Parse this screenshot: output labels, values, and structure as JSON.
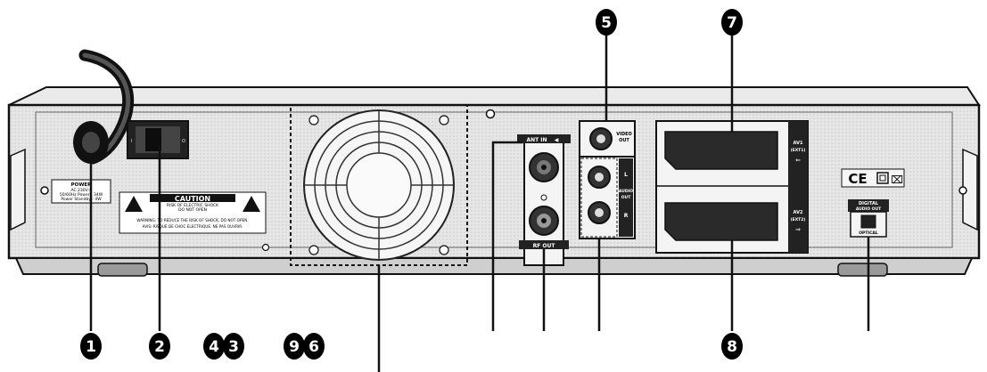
{
  "panel_labels": {
    "power": [
      "POWER",
      "AC 230V~",
      "50/60Hz Power : 34W",
      "Power Standby : 4W"
    ],
    "caution": {
      "title": "CAUTION",
      "lines": [
        "RISK OF ELECTRIC SHOCK",
        "DO NOT OPEN"
      ],
      "warning_lines": [
        "WARNING: TO REDUCE THE RISK OF SHOCK, DO NOT OPEN.",
        "AVIS: RISQUE DE CHOC ELECTRIQUE. NE PAS OUVRIR."
      ]
    },
    "ant_in": "ANT IN",
    "rf_out": "RF OUT",
    "video_out": [
      "VIDEO",
      "OUT"
    ],
    "audio_out": [
      "AUDIO",
      "OUT"
    ],
    "audio_marks": [
      "L",
      "R"
    ],
    "av1": [
      "AV1",
      "(EXT1)"
    ],
    "av2": [
      "AV2",
      "(EXT2)"
    ],
    "ce_mark": "CE",
    "digital_audio": [
      "DIGITAL",
      "AUDIO OUT"
    ],
    "optical": "OPTICAL"
  },
  "callouts": [
    "1",
    "2",
    "4",
    "3",
    "9",
    "6",
    "5",
    "7",
    "8"
  ],
  "colors": {
    "line": "#111111",
    "panel_face": "#d5d5d5",
    "panel_inner": "#e3e3e3",
    "callout_fill": "#000000",
    "label_plate": "#222222"
  }
}
